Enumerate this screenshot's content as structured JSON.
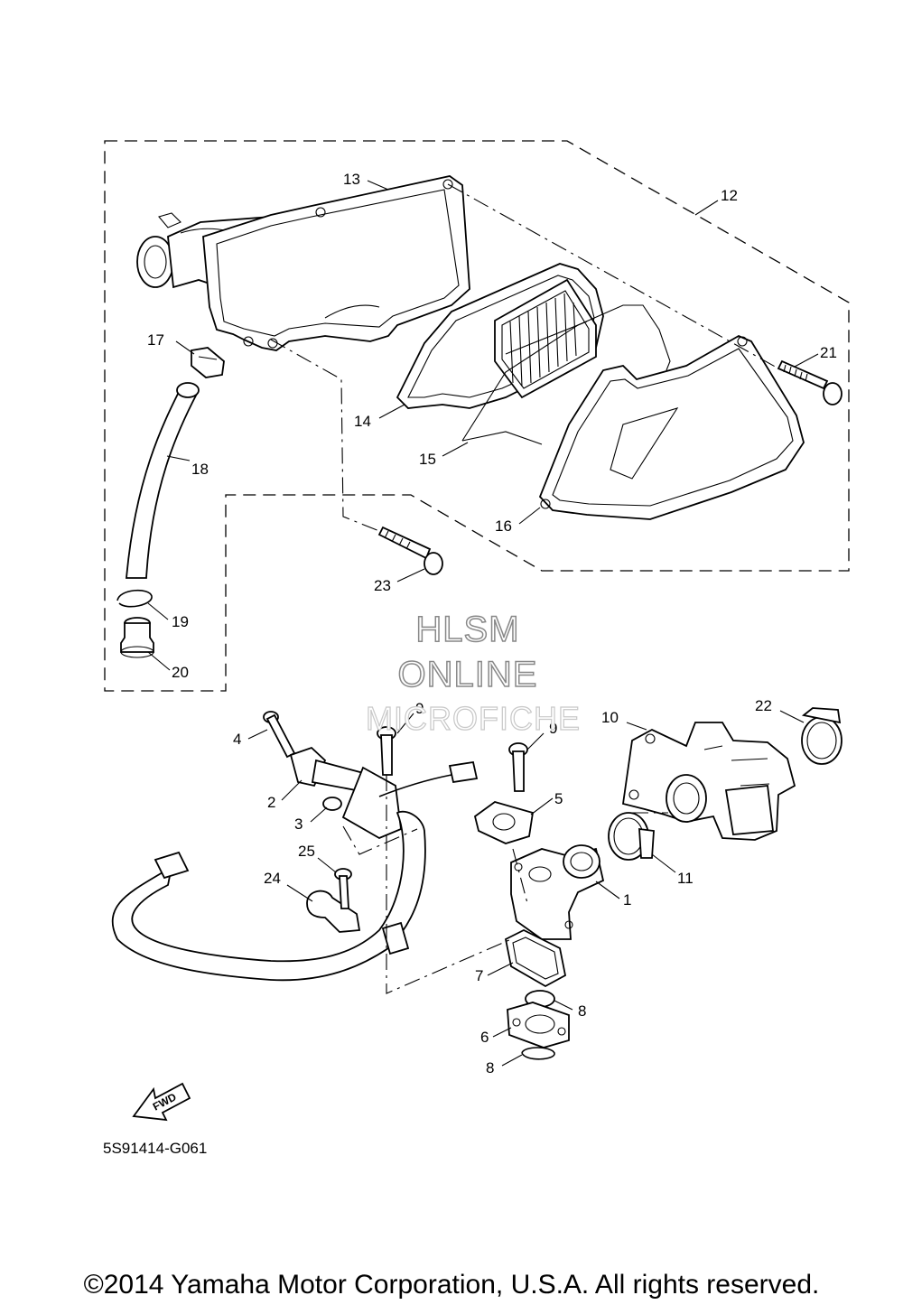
{
  "watermark": {
    "line1": "HLSM",
    "line2": "ONLINE",
    "line3": "MICROFICHE"
  },
  "callouts": {
    "p1": "1",
    "p2": "2",
    "p3": "3",
    "p4": "4",
    "p5": "5",
    "p6": "6",
    "p7": "7",
    "p8a": "8",
    "p8b": "8",
    "p9a": "9",
    "p9b": "9",
    "p10": "10",
    "p11": "11",
    "p12": "12",
    "p13": "13",
    "p14": "14",
    "p15": "15",
    "p16": "16",
    "p17": "17",
    "p18": "18",
    "p19": "19",
    "p20": "20",
    "p21": "21",
    "p22": "22",
    "p23": "23",
    "p24": "24",
    "p25": "25"
  },
  "fwd_label": "FWD",
  "diagram_code": "5S91414-G061",
  "copyright": "©2014 Yamaha Motor Corporation, U.S.A. All rights reserved."
}
